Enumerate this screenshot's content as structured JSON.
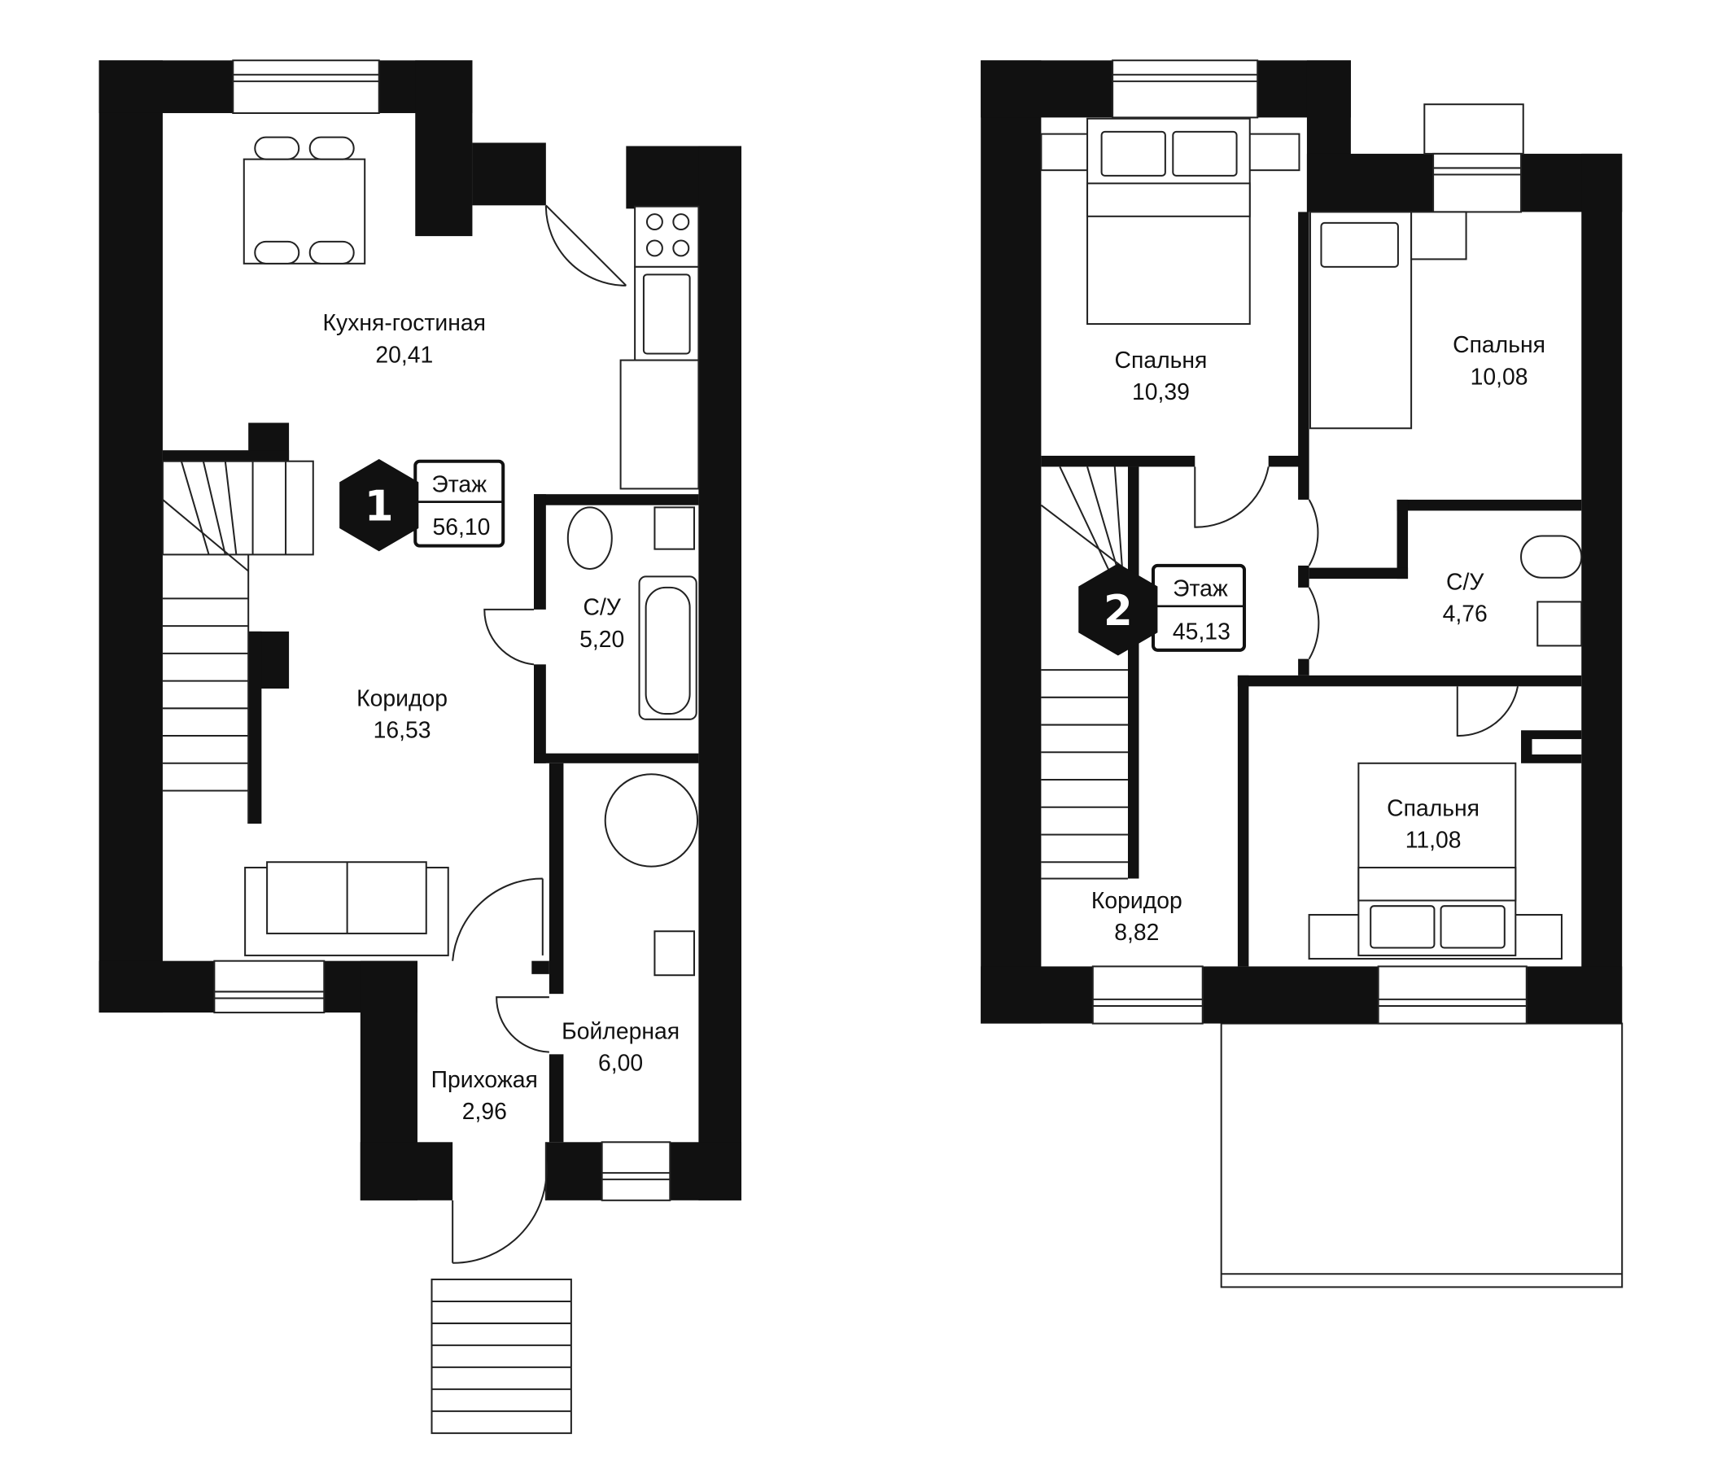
{
  "floors": [
    {
      "number": "1",
      "badge_label": "Этаж",
      "area": "56,10",
      "rooms": [
        {
          "name": "Кухня-гостиная",
          "area": "20,41"
        },
        {
          "name": "С/У",
          "area": "5,20"
        },
        {
          "name": "Коридор",
          "area": "16,53"
        },
        {
          "name": "Бойлерная",
          "area": "6,00"
        },
        {
          "name": "Прихожая",
          "area": "2,96"
        }
      ]
    },
    {
      "number": "2",
      "badge_label": "Этаж",
      "area": "45,13",
      "rooms": [
        {
          "name": "Спальня",
          "area": "10,39"
        },
        {
          "name": "Спальня",
          "area": "10,08"
        },
        {
          "name": "С/У",
          "area": "4,76"
        },
        {
          "name": "Спальня",
          "area": "11,08"
        },
        {
          "name": "Коридор",
          "area": "8,82"
        }
      ]
    }
  ],
  "colors": {
    "wall": "#111111",
    "background": "#ffffff"
  }
}
